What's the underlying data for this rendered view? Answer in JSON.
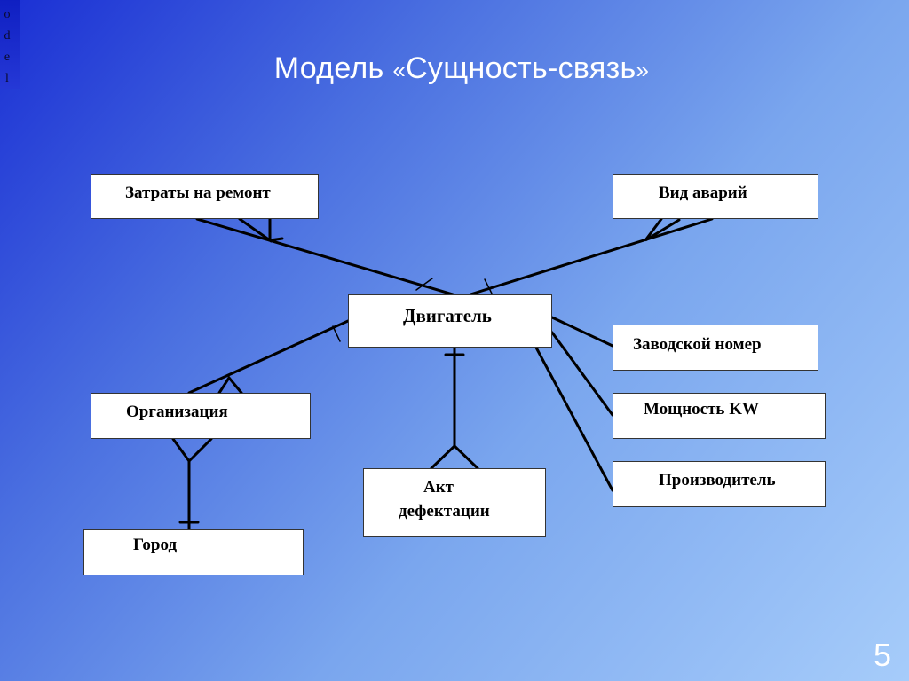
{
  "corner_text": [
    "o",
    "d",
    "e",
    "l"
  ],
  "title": {
    "main": "Модель",
    "open_quote": "«",
    "term": "Сущность-связь",
    "close_quote": "»"
  },
  "entities": {
    "repair_costs": "Затраты на ремонт",
    "accident_type": "Вид аварий",
    "engine": "Двигатель",
    "serial_number": "Заводской номер",
    "power": "Мощность KW",
    "organization": "Организация",
    "manufacturer": "Производитель",
    "defect_act_line1": "Акт",
    "defect_act_line2": "дефектации",
    "city": "Город"
  },
  "slide_number": "5",
  "colors": {
    "background_start": "#1a2fd4",
    "background_end": "#a6ccfa",
    "box_fill": "#ffffff",
    "line": "#000000",
    "title": "#ffffff"
  }
}
